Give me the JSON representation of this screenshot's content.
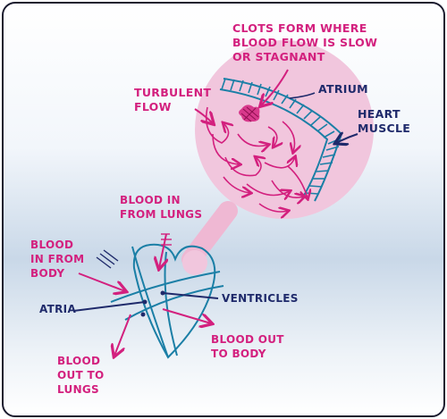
{
  "colors": {
    "magenta": "#d3207e",
    "navy": "#1f2a6b",
    "teal": "#1b7fa6",
    "zoom_fill": "#f1c6dd",
    "background_top": "#ffffff",
    "background_mid": "#c7d6e6",
    "border": "#1a1a2e"
  },
  "labels": {
    "clots": [
      "CLOTS FORM WHERE",
      "BLOOD FLOW IS SLOW",
      "OR STAGNANT"
    ],
    "turbulent": [
      "TURBULENT",
      "FLOW"
    ],
    "atrium": "ATRIUM",
    "heart_muscle": [
      "HEART",
      "MUSCLE"
    ],
    "blood_in_lungs": [
      "BLOOD IN",
      "FROM LUNGS"
    ],
    "blood_in_body": [
      "BLOOD",
      "IN FROM",
      "BODY"
    ],
    "atria": "ATRIA",
    "ventricles": "VENTRICLES",
    "blood_out_body": [
      "BLOOD OUT",
      "TO BODY"
    ],
    "blood_out_lungs": [
      "BLOOD",
      "OUT TO",
      "LUNGS"
    ]
  },
  "icons": [
    "clot-icon",
    "heart-icon",
    "arrow-icon"
  ]
}
